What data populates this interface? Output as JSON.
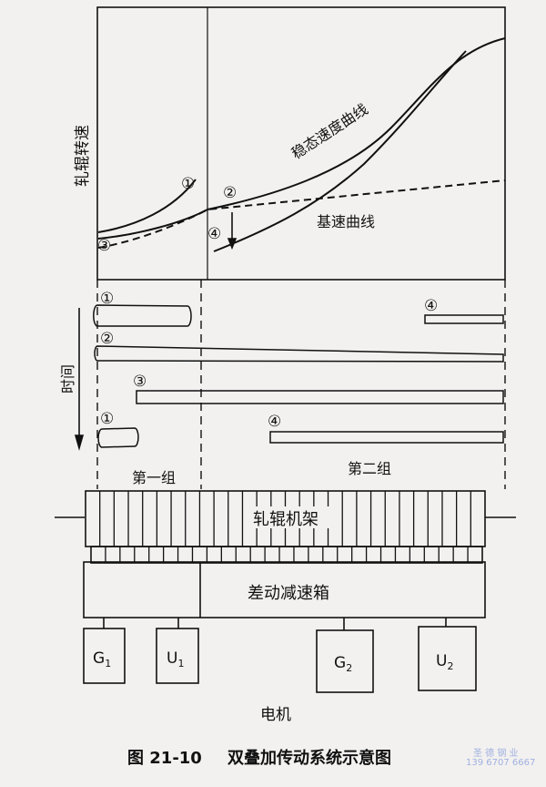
{
  "figure": {
    "caption_number": "图 21-10",
    "caption_title": "双叠加传动系统示意图",
    "y_axis_label": "轧辊转速",
    "time_label": "时间",
    "curve_steady": "稳态速度曲线",
    "curve_base": "基速曲线",
    "markers": [
      "①",
      "②",
      "③",
      "④"
    ],
    "group1": "第一组",
    "group2": "第二组",
    "stand": "轧辊机架",
    "gearbox": "差动减速箱",
    "motor_label": "电机",
    "motors": [
      {
        "name": "G",
        "sub": "1"
      },
      {
        "name": "U",
        "sub": "1"
      },
      {
        "name": "G",
        "sub": "2"
      },
      {
        "name": "U",
        "sub": "2"
      }
    ]
  },
  "watermark": {
    "line1": "圣 德 钢 业",
    "line2": "139 6707 6667"
  },
  "colors": {
    "ink": "#111111",
    "paper": "#f3f1f0",
    "watermark": "#9fb0e0"
  }
}
